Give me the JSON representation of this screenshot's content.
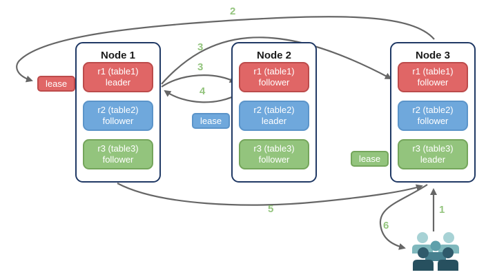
{
  "nodes": [
    {
      "title": "Node 1",
      "replicas": [
        {
          "name": "r1 (table1)",
          "role": "leader",
          "color": "#E06666"
        },
        {
          "name": "r2 (table2)",
          "role": "follower",
          "color": "#6FA8DC"
        },
        {
          "name": "r3 (table3)",
          "role": "follower",
          "color": "#93C47D"
        }
      ]
    },
    {
      "title": "Node 2",
      "replicas": [
        {
          "name": "r1 (table1)",
          "role": "follower",
          "color": "#E06666"
        },
        {
          "name": "r2 (table2)",
          "role": "leader",
          "color": "#6FA8DC"
        },
        {
          "name": "r3 (table3)",
          "role": "follower",
          "color": "#93C47D"
        }
      ]
    },
    {
      "title": "Node 3",
      "replicas": [
        {
          "name": "r1 (table1)",
          "role": "follower",
          "color": "#E06666"
        },
        {
          "name": "r2 (table2)",
          "role": "follower",
          "color": "#6FA8DC"
        },
        {
          "name": "r3 (table3)",
          "role": "leader",
          "color": "#93C47D"
        }
      ]
    }
  ],
  "leases": [
    {
      "label": "lease",
      "color": "#E06666"
    },
    {
      "label": "lease",
      "color": "#6FA8DC"
    },
    {
      "label": "lease",
      "color": "#93C47D"
    }
  ],
  "steps": [
    {
      "label": "2"
    },
    {
      "label": "3"
    },
    {
      "label": "3"
    },
    {
      "label": "4"
    },
    {
      "label": "5"
    },
    {
      "label": "1"
    },
    {
      "label": "6"
    }
  ],
  "colors": {
    "arrow": "#666666",
    "step_label": "#93C47D",
    "node_border": "#1F3864",
    "red": "#E06666",
    "blue": "#6FA8DC",
    "green": "#93C47D"
  },
  "users_icon": {
    "head_light": "#A7D2D5",
    "body_light": "#7FB8BD",
    "head_mid": "#5FA0AB",
    "body_mid": "#47808F",
    "head_dark": "#2F5A6B",
    "body_dark": "#27505F"
  }
}
